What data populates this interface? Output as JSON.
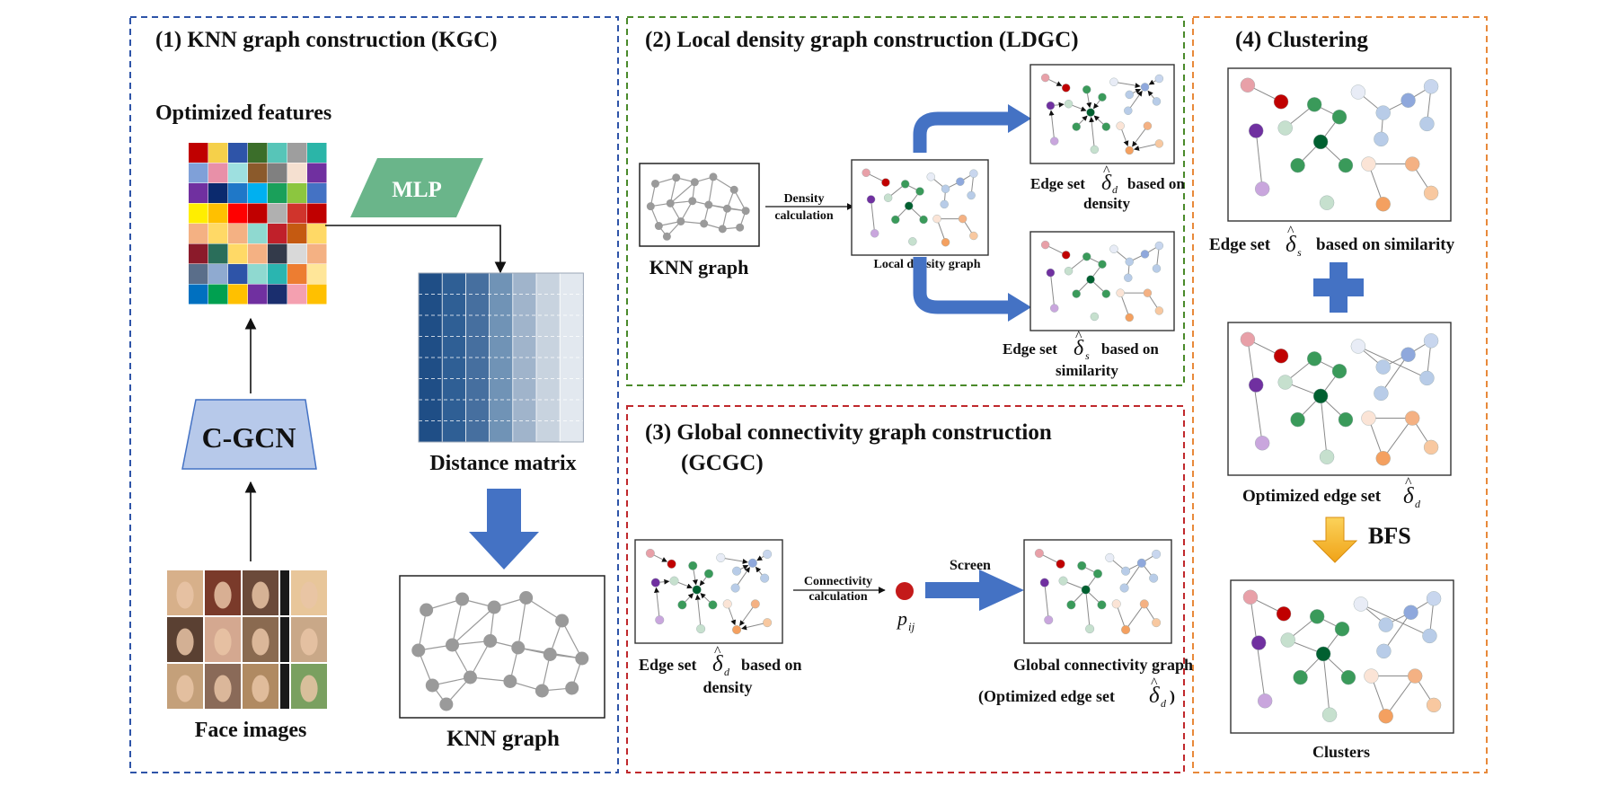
{
  "sections": {
    "kgc": {
      "title": "(1) KNN graph construction (KGC)",
      "features_label": "Optimized features",
      "mlp_label": "MLP",
      "cgcn_label": "C-GCN",
      "distance_label": "Distance matrix",
      "knn_label": "KNN graph",
      "faces_label": "Face images"
    },
    "ldgc": {
      "title": "(2) Local density graph construction (LDGC)",
      "knn_label": "KNN graph",
      "density_calc_line1": "Density",
      "density_calc_line2": "calculation",
      "local_density_label": "Local density graph",
      "edge_d_prefix": "Edge set",
      "edge_d_suffix": "based on",
      "edge_d_line2": "density",
      "edge_s_prefix": "Edge set",
      "edge_s_suffix": "based on",
      "edge_s_line2": "similarity"
    },
    "gcgc": {
      "title_line1": "(3) Global connectivity graph construction",
      "title_line2": "(GCGC)",
      "connectivity_line1": "Connectivity",
      "connectivity_line2": "calculation",
      "p_label": "p",
      "p_sub": "ij",
      "screen_label": "Screen",
      "edge_d_prefix": "Edge set",
      "edge_d_suffix": "based on",
      "edge_d_line2": "density",
      "global_line1": "Global connectivity graph",
      "global_line2_prefix": "(Optimized edge set",
      "global_line2_suffix": ")"
    },
    "clustering": {
      "title": "(4) Clustering",
      "edge_s_prefix": "Edge set",
      "edge_s_suffix": "based on similarity",
      "optimized_prefix": "Optimized edge set",
      "bfs_label": "BFS",
      "clusters_label": "Clusters"
    }
  },
  "symbols": {
    "delta": "δ",
    "hat": "^",
    "sub_d": "d",
    "sub_s": "s"
  },
  "colors": {
    "kgc_border": "#2e54a8",
    "ldgc_border": "#4a8a2a",
    "gcgc_border": "#c0282c",
    "clustering_border": "#e8893a",
    "blue_arrow": "#4472c4",
    "mlp": "#6ab58a",
    "cgcn": "#b7c9ea",
    "bfs_arrow": "#f5b830"
  }
}
